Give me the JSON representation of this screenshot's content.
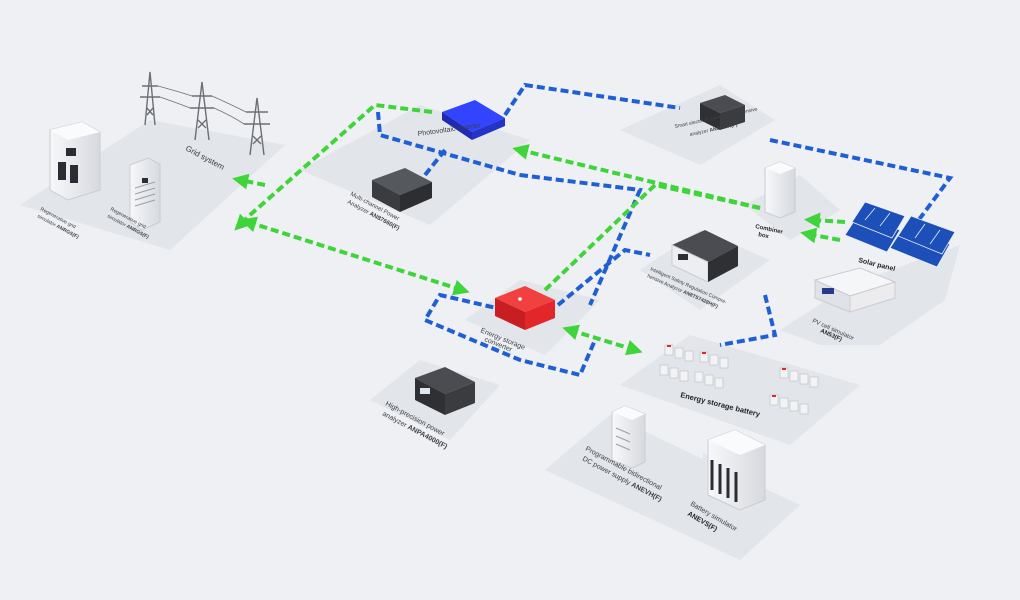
{
  "colors": {
    "background": "#eef0f3",
    "platform": "#e2e5ea",
    "dc_link": "#1f5fd6",
    "ac_link": "#3fd43a",
    "converter": "#e3262a",
    "inverter": "#2b3fe0",
    "device_dark": "#3a3c40",
    "panel": "#1c4fb8"
  },
  "nodes": {
    "grid_system": {
      "label": "Grid system"
    },
    "regen_grid_1": {
      "label_line1": "Regenerative grid",
      "label_line2": "simulator",
      "model": "ANRGS(F)"
    },
    "regen_grid_2": {
      "label_line1": "Regenerative grid",
      "label_line2": "simulator",
      "model": "ANRGS(F)"
    },
    "pv_inverter": {
      "label": "Photovoltaic inverter"
    },
    "multi_power": {
      "label_line1": "Multi-channel Power",
      "label_line2": "Analyzer",
      "model": "AN87660(F)"
    },
    "safety_tester": {
      "label_line1": "Smart electrical safety comprehensive",
      "label_line2": "analyzer",
      "model": "AN9639H(F)"
    },
    "regulation_tester": {
      "label_line1": "Intelligent Safety Regulation Compre-",
      "label_line2": "hensive Analyzer",
      "model": "AN8TS7428H(F)"
    },
    "combiner": {
      "label_line1": "Combiner",
      "label_line2": "box"
    },
    "solar": {
      "label": "Solar panel"
    },
    "pv_sim": {
      "label": "PV cell simulator",
      "model": "AN53(F)"
    },
    "converter": {
      "label_line1": "Energy storage",
      "label_line2": "converter"
    },
    "power_analyzer": {
      "label_line1": "High-precision power",
      "label_line2": "analyzer",
      "model": "ANPA4000(F)"
    },
    "battery": {
      "label": "Energy storage battery"
    },
    "dc_supply": {
      "label_line1": "Programmable bidirectional",
      "label_line2": "DC power supply",
      "model": "ANEVH(F)"
    },
    "battery_sim": {
      "label": "Battery simulator",
      "model": "ANEVS(F)"
    }
  }
}
